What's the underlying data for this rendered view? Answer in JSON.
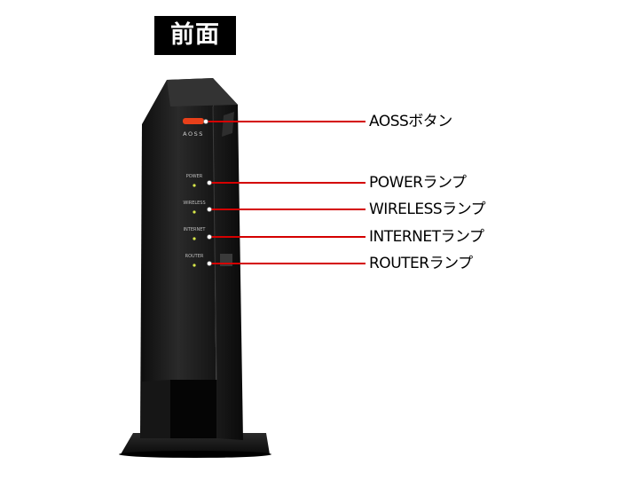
{
  "title": "前面",
  "device": {
    "aoss_label": "AOSS",
    "led_labels": [
      "POWER",
      "WIRELESS",
      "INTERNET",
      "ROUTER"
    ]
  },
  "callouts": [
    {
      "label": "AOSSボタン"
    },
    {
      "label": "POWERランプ"
    },
    {
      "label": "WIRELESSランプ"
    },
    {
      "label": "INTERNETランプ"
    },
    {
      "label": "ROUTERランプ"
    }
  ],
  "colors": {
    "callout_line": "#d40000",
    "aoss_button": "#e8401a",
    "led": "#d8e84a",
    "device_body": "#1a1a1a"
  }
}
